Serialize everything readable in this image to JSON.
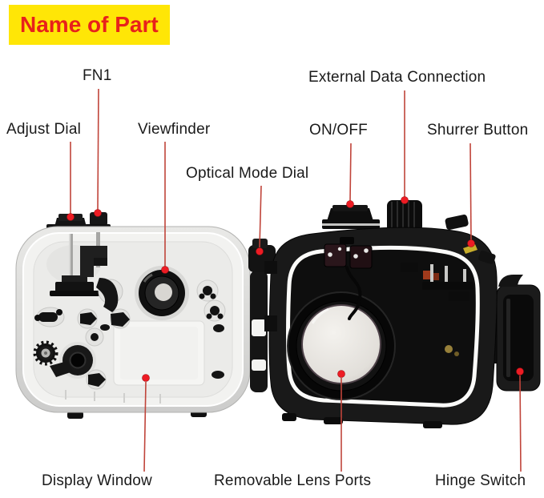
{
  "title": {
    "text": "Name of Part"
  },
  "colors": {
    "title_bg": "#FFE606",
    "title_text": "#E8211B",
    "label_text": "#1A1A1A",
    "leader_line": "#C0443A",
    "marker_dot": "#ED1C24",
    "background": "#FFFFFF"
  },
  "parts": {
    "fn1": {
      "label": "FN1"
    },
    "adjust_dial": {
      "label": "Adjust Dial"
    },
    "viewfinder": {
      "label": "Viewfinder"
    },
    "optical_mode_dial": {
      "label": "Optical Mode Dial"
    },
    "external_data_connection": {
      "label": "External Data Connection"
    },
    "on_off": {
      "label": "ON/OFF"
    },
    "shurrer_button": {
      "label": "Shurrer Button"
    },
    "display_window": {
      "label": "Display Window"
    },
    "removable_lens_ports": {
      "label": "Removable Lens Ports"
    },
    "hinge_switch": {
      "label": "Hinge Switch"
    }
  }
}
